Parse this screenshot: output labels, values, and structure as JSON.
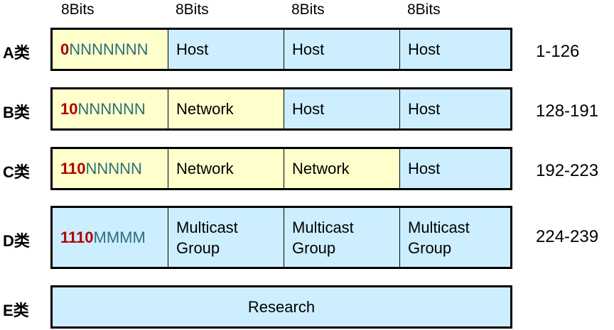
{
  "bits_headers": [
    "8Bits",
    "8Bits",
    "8Bits",
    "8Bits"
  ],
  "classes": [
    {
      "label": "A类",
      "prefix": "0",
      "rest": "NNNNNNN",
      "cells": [
        "Host",
        "Host",
        "Host"
      ],
      "range": "1-126"
    },
    {
      "label": "B类",
      "prefix": "10",
      "rest": "NNNNNN",
      "cells": [
        "Network",
        "Host",
        "Host"
      ],
      "range": "128-191"
    },
    {
      "label": "C类",
      "prefix": "110",
      "rest": "NNNNN",
      "cells": [
        "Network",
        "Network",
        "Host"
      ],
      "range": "192-223"
    },
    {
      "label": "D类",
      "prefix": "1110",
      "rest": "MMMM",
      "cells": [
        "Multicast Group",
        "Multicast Group",
        "Multicast Group"
      ],
      "range": "224-239"
    },
    {
      "label": "E类",
      "full": "Research"
    }
  ],
  "colors": {
    "network_fill": "#ffffcc",
    "host_fill": "#cceeff",
    "prefix_text": "#b00000",
    "rest_text": "#2e6e7a"
  }
}
